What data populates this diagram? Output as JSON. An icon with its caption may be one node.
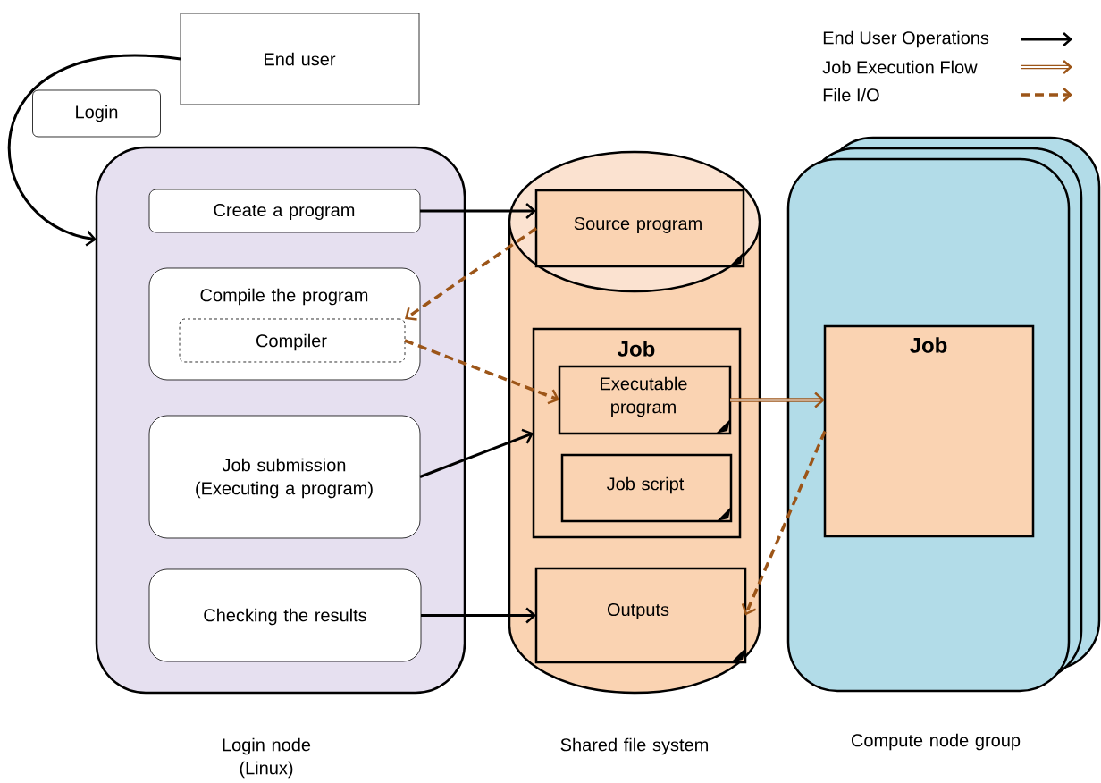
{
  "diagram": {
    "nodes": [
      {
        "text": [
          "End user"
        ]
      },
      {
        "text": [
          "Login node (Linux)"
        ]
      },
      {
        "text": [
          "Create a program"
        ],
        "in": 1
      },
      {
        "text": [
          "Compile the program"
        ],
        "in": 1
      },
      {
        "text": [
          "Compiler"
        ],
        "in": 3
      },
      {
        "text": [
          "Job submission (Executing a program)"
        ],
        "in": 1
      },
      {
        "text": [
          "Checking the results"
        ],
        "in": 1
      },
      {
        "text": [
          "Shared file system"
        ]
      },
      {
        "text": [
          "Source program"
        ]
      },
      {
        "text": [
          "Job"
        ],
        "in": 7
      },
      {
        "text": [
          "Executable program"
        ],
        "in": 9
      },
      {
        "text": [
          "Job script"
        ],
        "in": 9
      },
      {
        "text": [
          "Outputs"
        ],
        "in": 7
      },
      {
        "text": [
          "Compute node group"
        ]
      },
      {
        "text": [
          "Job"
        ],
        "in": 13
      }
    ],
    "edges": [
      {
        "from": 0,
        "to": 1,
        "arrow": "to",
        "label": "Login"
      },
      {
        "from": 2,
        "to": 8,
        "arrow": "to"
      },
      {
        "from": 5,
        "to": 9,
        "arrow": "to"
      },
      {
        "from": 6,
        "to": 12,
        "arrow": "to"
      },
      {
        "from": 8,
        "to": 4,
        "arrow": "to",
        "style": "dashed",
        "color": "#9c5518"
      },
      {
        "from": 4,
        "to": 10,
        "arrow": "to",
        "style": "dashed",
        "color": "#9c5518"
      },
      {
        "from": 10,
        "to": 14,
        "arrow": "to",
        "color": "#9c5518"
      },
      {
        "from": 14,
        "to": 12,
        "arrow": "to",
        "style": "dashed",
        "color": "#9c5518"
      }
    ],
    "legend": [
      {
        "text": "End User Operations"
      },
      {
        "text": "Job Execution Flow"
      },
      {
        "text": "File I/O"
      }
    ]
  }
}
